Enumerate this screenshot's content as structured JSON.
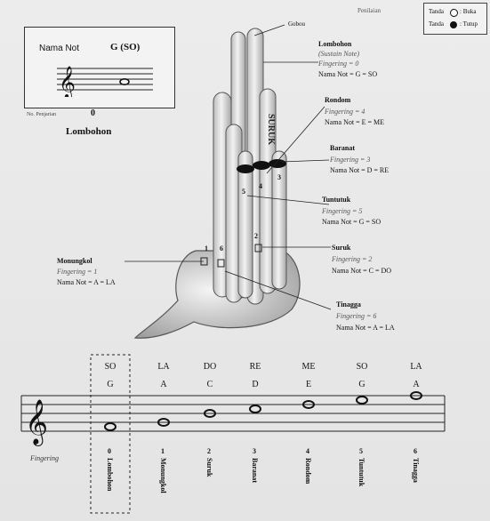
{
  "header": {
    "page_label": "Penilaian"
  },
  "legend": {
    "open_label": "Tanda",
    "open_text": ": Buka",
    "closed_label": "Tanda",
    "closed_text": ": Tutup"
  },
  "note_box": {
    "label": "Nama Not",
    "value": "G (SO)",
    "sub_label": "No. Penjarian",
    "fingering_no": "0",
    "name": "Lombohon"
  },
  "instrument_labels": {
    "gobou": "Gobou",
    "suruk_tube": "SURUK"
  },
  "annotations": [
    {
      "title": "Lombohon",
      "subtitle": "(Sustain Note)",
      "fingering": "Fingering = 0",
      "note": "Nama Not = G = SO"
    },
    {
      "title": "Rondom",
      "fingering": "Fingering = 4",
      "note": "Nama Not = E = ME"
    },
    {
      "title": "Baranat",
      "fingering": "Fingering = 3",
      "note": "Nama Not = D = RE"
    },
    {
      "title": "Tuntutuk",
      "fingering": "Fingering = 5",
      "note": "Nama Not = G = SO"
    },
    {
      "title": "Suruk",
      "fingering": "Fingering = 2",
      "note": "Nama Not = C = DO"
    },
    {
      "title": "Tinagga",
      "fingering": "Fingering = 6",
      "note": "Nama Not = A = LA"
    },
    {
      "title": "Monungkol",
      "fingering": "Fingering = 1",
      "note": "Nama Not = A = LA"
    }
  ],
  "tube_numbers": [
    "1",
    "6",
    "5",
    "4",
    "2",
    "3"
  ],
  "staff": {
    "row_label": "Fingering",
    "columns": [
      {
        "solfa": "SO",
        "letter": "G",
        "name": "Lombohon",
        "fingering": "0"
      },
      {
        "solfa": "LA",
        "letter": "A",
        "name": "Monungkol",
        "fingering": "1"
      },
      {
        "solfa": "DO",
        "letter": "C",
        "name": "Suruk",
        "fingering": "2"
      },
      {
        "solfa": "RE",
        "letter": "D",
        "name": "Baranat",
        "fingering": "3"
      },
      {
        "solfa": "ME",
        "letter": "E",
        "name": "Rondom",
        "fingering": "4"
      },
      {
        "solfa": "SO",
        "letter": "G",
        "name": "Tuntutuk",
        "fingering": "5"
      },
      {
        "solfa": "LA",
        "letter": "A",
        "name": "Tinagga",
        "fingering": "6"
      }
    ]
  }
}
